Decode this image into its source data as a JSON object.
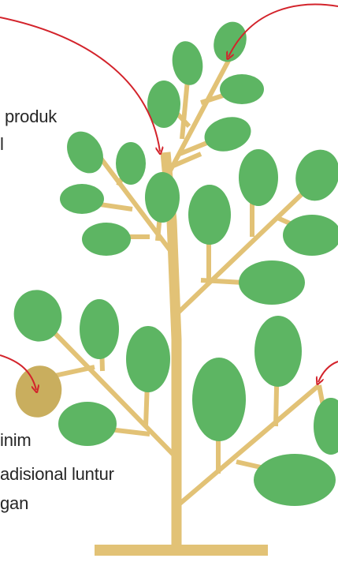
{
  "diagram": {
    "colors": {
      "leaf": "#5DB563",
      "leaf_dead": "#C9AE5E",
      "trunk": "#E2C276",
      "ground": "#E2C276",
      "arrow": "#D3232B",
      "text": "#262626",
      "background": "#FFFFFF"
    },
    "labels": {
      "top_left_line1": "produk",
      "top_left_line2": "l",
      "bottom_left_line1": "inim",
      "bottom_left_line2": "adisional luntur",
      "bottom_left_line3": "gan"
    },
    "icons": {
      "arrow": "curved-red-arrow",
      "leaf": "leaf",
      "tree": "tree"
    }
  }
}
